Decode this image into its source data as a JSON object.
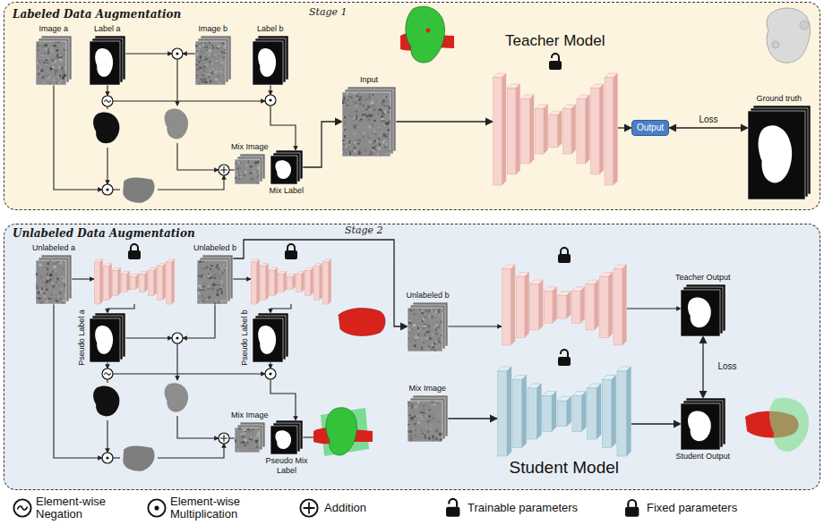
{
  "diagram": {
    "nodes": [
      {
        "text": [
          "Labeled Data Augmentation",
          "Stage 1"
        ]
      },
      {
        "text": [
          "Image a"
        ],
        "in": 0
      },
      {
        "text": [
          "Label a"
        ],
        "in": 0
      },
      {
        "text": [
          "Image b"
        ],
        "in": 0
      },
      {
        "text": [
          "Label b"
        ],
        "in": 0
      },
      {
        "text": [
          "Mix Image"
        ],
        "in": 0
      },
      {
        "text": [
          "Mix Label"
        ],
        "in": 0
      },
      {
        "text": [
          "Input"
        ],
        "in": 0
      },
      {
        "text": [
          "Teacher Model"
        ],
        "in": 0
      },
      {
        "text": [
          "Output"
        ],
        "in": 0
      },
      {
        "text": [
          "Ground truth"
        ],
        "in": 0
      },
      {
        "text": [
          "Unlabeled Data Augmentation",
          "Stage 2"
        ]
      },
      {
        "text": [
          "Unlabeled a"
        ],
        "in": 11
      },
      {
        "text": [
          "Unlabeled b"
        ],
        "in": 11
      },
      {
        "text": [
          "Pseudo Label a"
        ],
        "in": 11
      },
      {
        "text": [
          "Pseudo Label b"
        ],
        "in": 11
      },
      {
        "text": [
          "Mix Image"
        ],
        "in": 11
      },
      {
        "text": [
          "Pseudo Mix Label"
        ],
        "in": 11
      },
      {
        "text": [
          "Unlabeled b"
        ],
        "in": 11
      },
      {
        "text": [
          "Teacher Output"
        ],
        "in": 11
      },
      {
        "text": [
          "Mix Image"
        ],
        "in": 11
      },
      {
        "text": [
          "Student Model"
        ],
        "in": 11
      },
      {
        "text": [
          "Student Output"
        ],
        "in": 11
      }
    ],
    "edges": [
      {
        "from": 6,
        "to": 7,
        "arrow": "to"
      },
      {
        "from": 7,
        "to": 8,
        "arrow": "to"
      },
      {
        "from": 8,
        "to": 9,
        "arrow": "to"
      },
      {
        "from": 9,
        "to": 10,
        "label": "Loss",
        "arrow": "both"
      },
      {
        "from": 13,
        "to": 18,
        "arrow": "to"
      },
      {
        "from": 20,
        "to": 21,
        "arrow": "to"
      },
      {
        "from": 21,
        "to": 22,
        "arrow": "to"
      },
      {
        "from": 19,
        "to": 22,
        "label": "Loss",
        "arrow": "both"
      }
    ],
    "legend": [
      {
        "text": "Element-wise Negation"
      },
      {
        "text": "Element-wise Multiplication"
      },
      {
        "text": "Addition"
      },
      {
        "text": "Trainable parameters"
      },
      {
        "text": "Fixed parameters"
      }
    ]
  }
}
